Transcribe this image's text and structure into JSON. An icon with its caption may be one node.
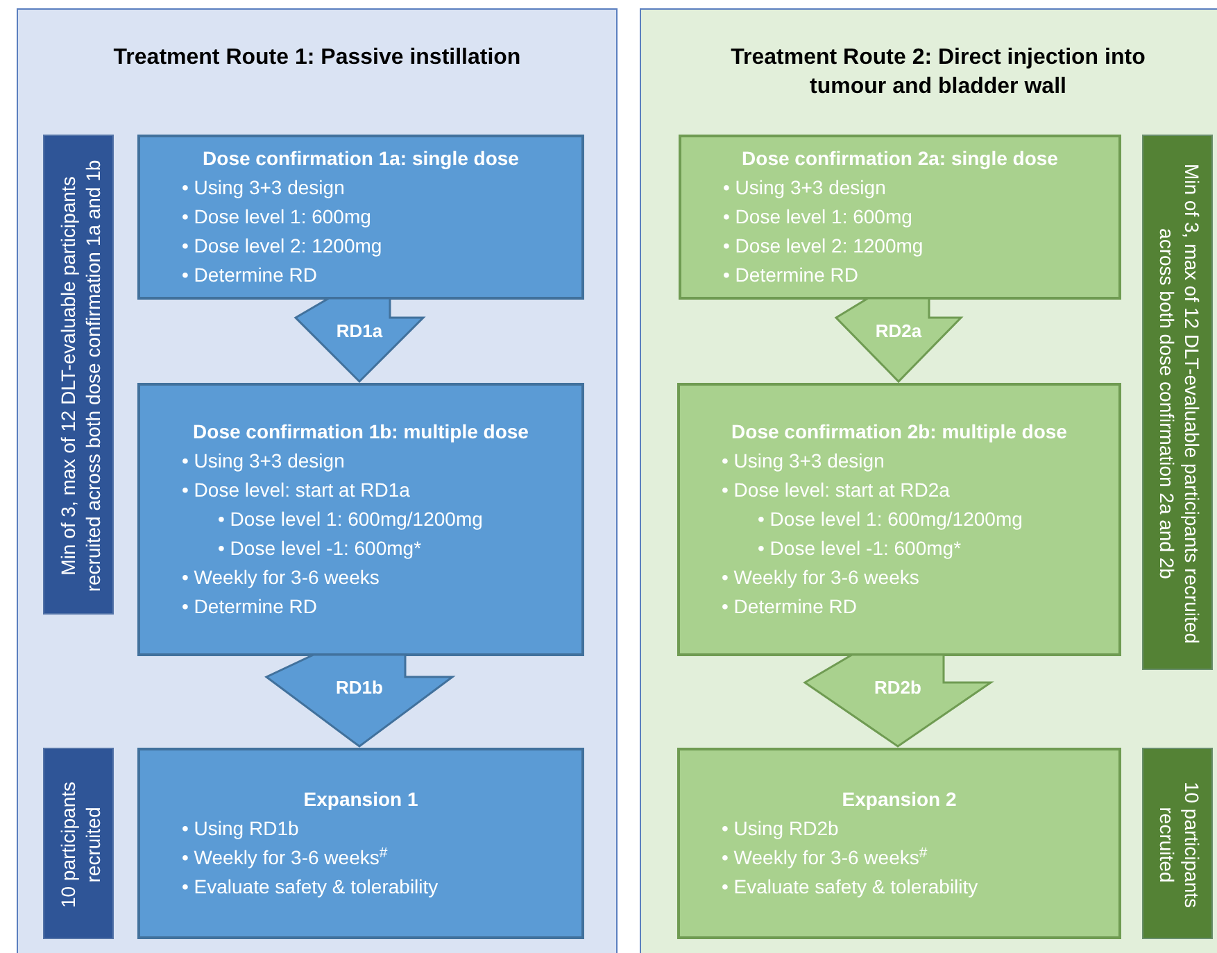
{
  "diagram": {
    "nodes": [
      {
        "text": [
          "Treatment Route 1: Passive instillation"
        ]
      },
      {
        "text": [
          "Min of 3, max of 12 DLT-evaluable participants recruited across both dose confirmation 1a and 1b"
        ],
        "in": 0
      },
      {
        "text": [
          "Dose confirmation 1a: single dose",
          "• Using 3+3 design",
          "• Dose level 1: 600mg",
          "• Dose level 2: 1200mg",
          "• Determine RD"
        ],
        "in": 0
      },
      {
        "text": [
          "Dose confirmation 1b: multiple dose",
          "• Using 3+3 design",
          "• Dose level: start at RD1a",
          "• Dose level 1: 600mg/1200mg",
          "• Dose level -1: 600mg*",
          "• Weekly for 3-6 weeks",
          "• Determine RD"
        ],
        "in": 0
      },
      {
        "text": [
          "10 participants recruited"
        ],
        "in": 0
      },
      {
        "text": [
          "Expansion 1",
          "• Using RD1b",
          "• Weekly for 3-6 weeks$^{#}$",
          "• Evaluate safety & tolerability"
        ],
        "in": 0
      },
      {
        "text": [
          "Treatment Route 2: Direct injection into tumour and bladder wall"
        ]
      },
      {
        "text": [
          "Dose confirmation 2a: single dose",
          "• Using 3+3 design",
          "• Dose level 1: 600mg",
          "• Dose level 2: 1200mg",
          "• Determine RD"
        ],
        "in": 6
      },
      {
        "text": [
          "Min of 3, max of 12 DLT-evaluable participants recruited across both dose confirmation 2a and 2b"
        ],
        "in": 6
      },
      {
        "text": [
          "Dose confirmation 2b: multiple dose",
          "• Using 3+3 design",
          "• Dose level: start at RD2a",
          "• Dose level 1: 600mg/1200mg",
          "• Dose level -1: 600mg*",
          "• Weekly for 3-6 weeks",
          "• Determine RD"
        ],
        "in": 6
      },
      {
        "text": [
          "10 participants recruited"
        ],
        "in": 6
      },
      {
        "text": [
          "Expansion 2",
          "• Using RD2b",
          "• Weekly for 3-6 weeks$^{#}$",
          "• Evaluate safety & tolerability"
        ],
        "in": 6
      }
    ],
    "edges": [
      {
        "from": 2,
        "to": 3,
        "arrow": "to",
        "label": "RD1a"
      },
      {
        "from": 3,
        "to": 5,
        "arrow": "to",
        "label": "RD1b"
      },
      {
        "from": 7,
        "to": 9,
        "arrow": "to",
        "label": "RD2a"
      },
      {
        "from": 9,
        "to": 11,
        "arrow": "to",
        "label": "RD2b"
      }
    ]
  }
}
